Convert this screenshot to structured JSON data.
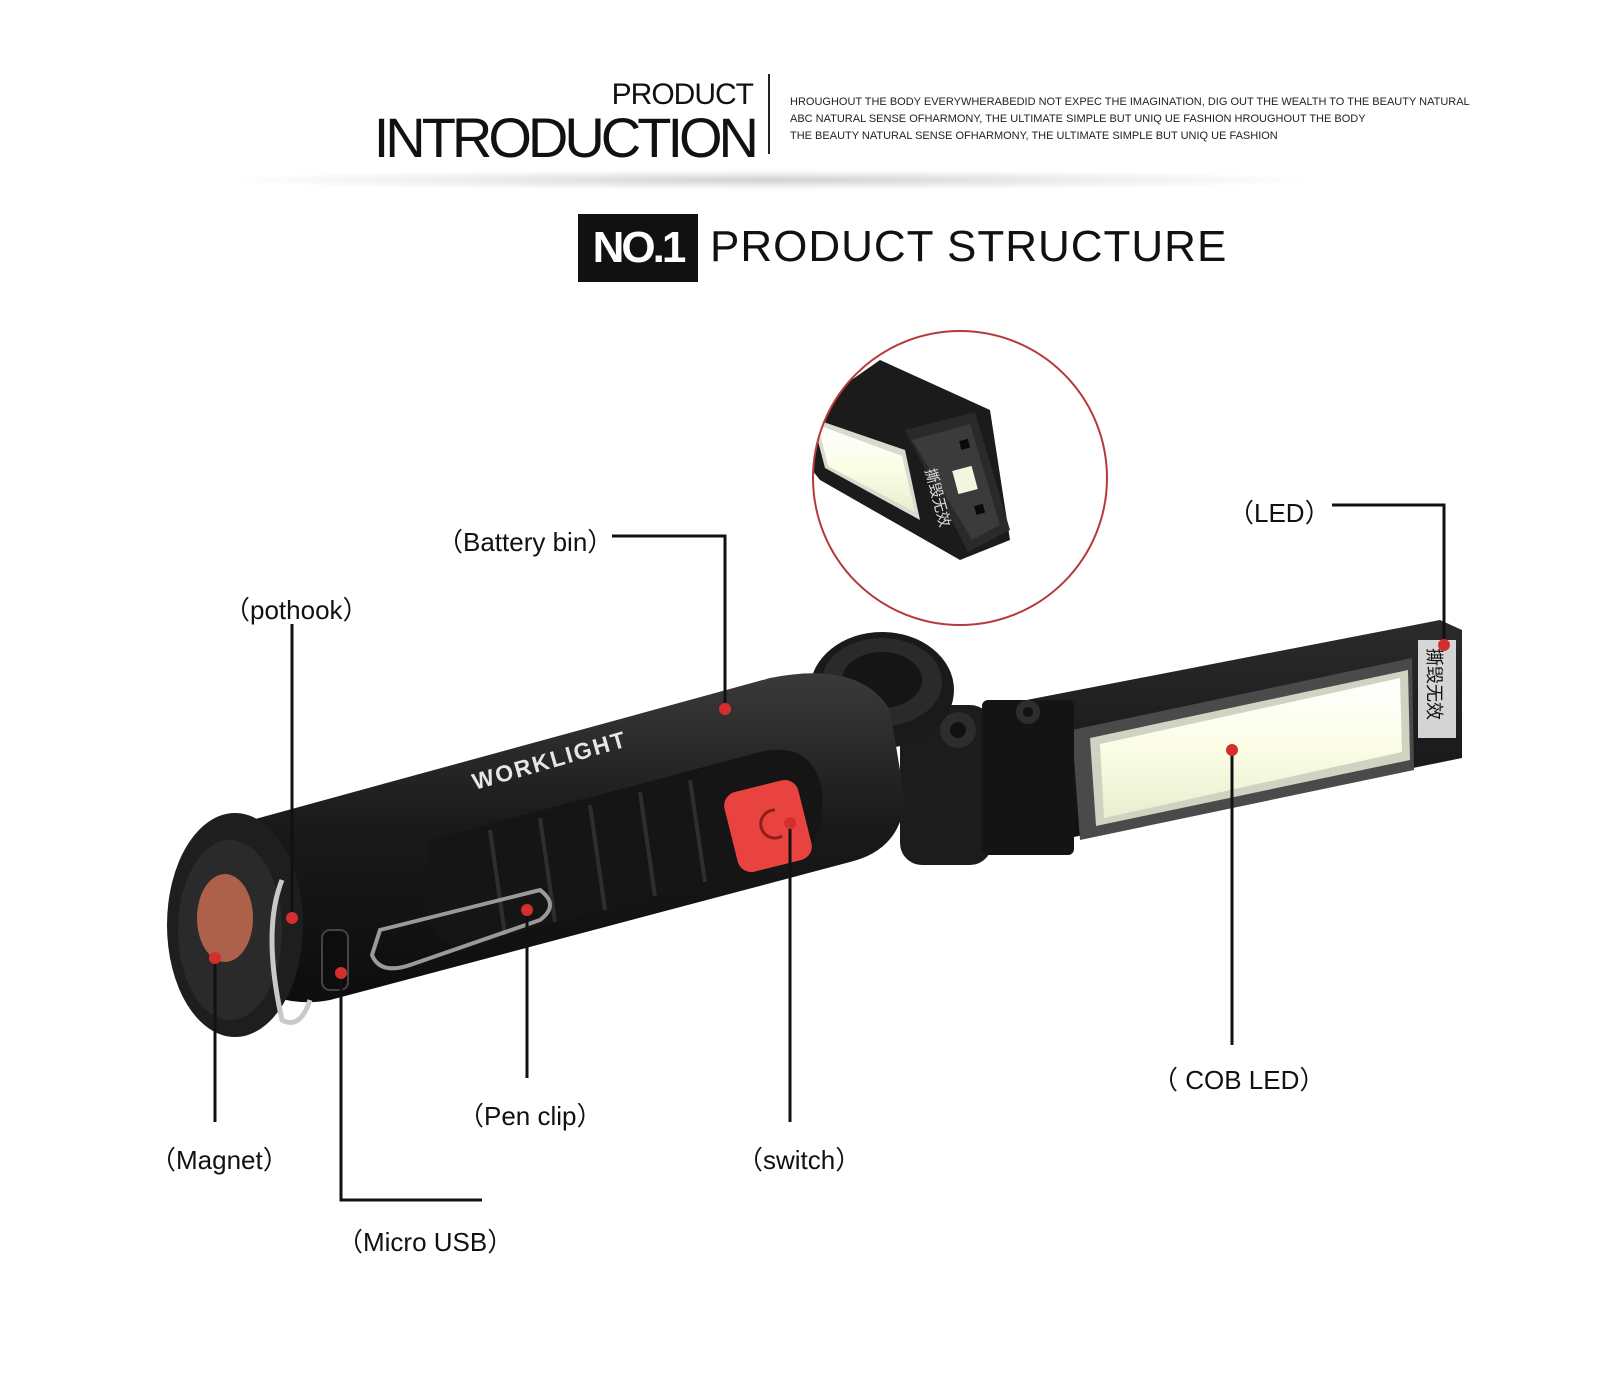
{
  "header": {
    "small_title": "PRODUCT",
    "big_title": "INTRODUCTION",
    "description_lines": [
      "HROUGHOUT THE BODY EVERYWHERABEDID NOT EXPEC THE IMAGINATION, DIG OUT THE WEALTH TO THE BEAUTY NATURAL",
      "ABC NATURAL SENSE OFHARMONY, THE ULTIMATE SIMPLE BUT UNIQ UE FASHION HROUGHOUT THE BODY",
      "THE BEAUTY NATURAL SENSE OFHARMONY, THE ULTIMATE SIMPLE BUT UNIQ UE FASHION"
    ]
  },
  "section": {
    "badge": "NO.1",
    "title": "PRODUCT STRUCTURE"
  },
  "product": {
    "brand_text": "WORKLIGHT",
    "head_label": "撕毁无效"
  },
  "callouts": {
    "led": "（LED）",
    "battery_bin": "（Battery bin）",
    "pothook": "（pothook）",
    "cob_led": "（ COB LED）",
    "pen_clip": "（Pen clip）",
    "switch": "（switch）",
    "magnet": "（Magnet）",
    "micro_usb": "（Micro USB）"
  },
  "colors": {
    "accent": "#d32f2f",
    "body": "#1c1c1c",
    "switch": "#e8433f",
    "magnify_ring": "#b53a3a"
  }
}
